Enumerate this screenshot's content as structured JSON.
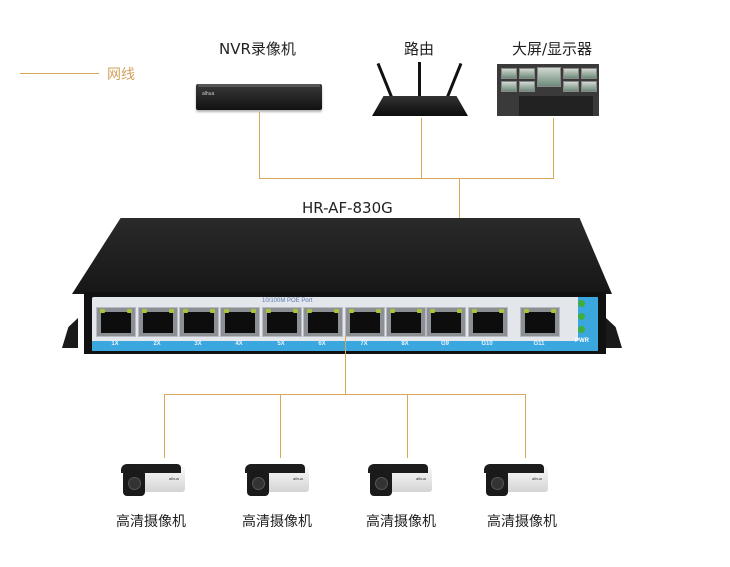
{
  "legend": {
    "label": "网线",
    "line_color": "#d6a75a"
  },
  "devices": {
    "nvr": {
      "label": "NVR录像机",
      "brand": "alhua"
    },
    "router": {
      "label": "路由"
    },
    "display": {
      "label": "大屏/显示器"
    }
  },
  "switch": {
    "model": "HR-AF-830G",
    "panel_title": "10/100M POE Port",
    "ports": [
      "1X",
      "2X",
      "3X",
      "4X",
      "5X",
      "6X",
      "7X",
      "8X",
      "G9",
      "G10",
      "G11"
    ],
    "power_label": "PWR",
    "accent": "#3aa7df"
  },
  "cameras": [
    {
      "label": "高清摄像机"
    },
    {
      "label": "高清摄像机"
    },
    {
      "label": "高清摄像机"
    },
    {
      "label": "高清摄像机"
    }
  ]
}
